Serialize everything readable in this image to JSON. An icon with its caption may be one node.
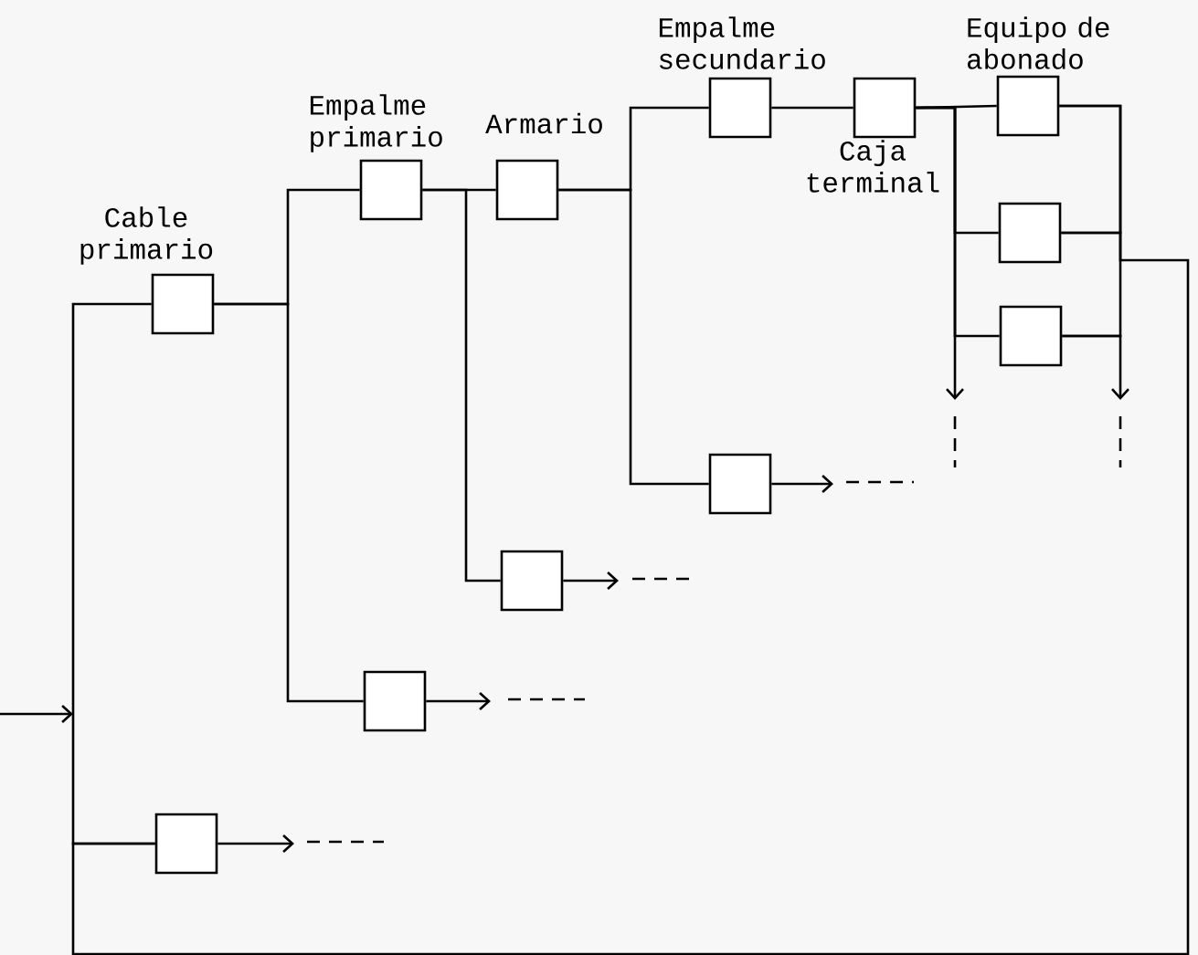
{
  "diagram": {
    "nodes": [
      {
        "text": [
          "Cable primario"
        ]
      },
      {
        "text": [
          "Empalme primario"
        ]
      },
      {
        "text": [
          "Armario"
        ]
      },
      {
        "text": [
          "Empalme secundario"
        ]
      },
      {
        "text": [
          "Caja terminal"
        ]
      },
      {
        "text": [
          "Equipo de abonado"
        ]
      },
      {
        "text": [],
        "shape": "box"
      },
      {
        "text": [],
        "shape": "box"
      },
      {
        "text": [],
        "shape": "box"
      },
      {
        "text": [],
        "shape": "box"
      },
      {
        "text": [],
        "shape": "box"
      },
      {
        "text": [],
        "shape": "box"
      }
    ],
    "edges": [
      {
        "from": 0,
        "to": 11,
        "arrow": "none"
      },
      {
        "from": 0,
        "to": 1,
        "arrow": "none"
      },
      {
        "from": 0,
        "to": 10,
        "arrow": "none"
      },
      {
        "from": 1,
        "to": 2,
        "arrow": "none"
      },
      {
        "from": 1,
        "to": 9,
        "arrow": "none"
      },
      {
        "from": 2,
        "to": 3,
        "arrow": "none"
      },
      {
        "from": 2,
        "to": 8,
        "arrow": "none"
      },
      {
        "from": 3,
        "to": 4,
        "arrow": "none"
      },
      {
        "from": 4,
        "to": 5,
        "arrow": "none"
      },
      {
        "from": 4,
        "to": 6,
        "arrow": "none"
      },
      {
        "from": 4,
        "to": 7,
        "arrow": "none"
      },
      {
        "from": 4,
        "to": null,
        "arrow": "to"
      },
      {
        "from": 5,
        "to": 6,
        "arrow": "none"
      },
      {
        "from": 6,
        "to": 7,
        "arrow": "none"
      },
      {
        "from": 7,
        "to": null,
        "arrow": "to"
      },
      {
        "from": 5,
        "to": 11,
        "arrow": "none"
      },
      {
        "from": 8,
        "to": null,
        "arrow": "to"
      },
      {
        "from": 9,
        "to": null,
        "arrow": "to"
      },
      {
        "from": 10,
        "to": null,
        "arrow": "to"
      },
      {
        "from": 11,
        "to": null,
        "arrow": "to"
      }
    ]
  }
}
